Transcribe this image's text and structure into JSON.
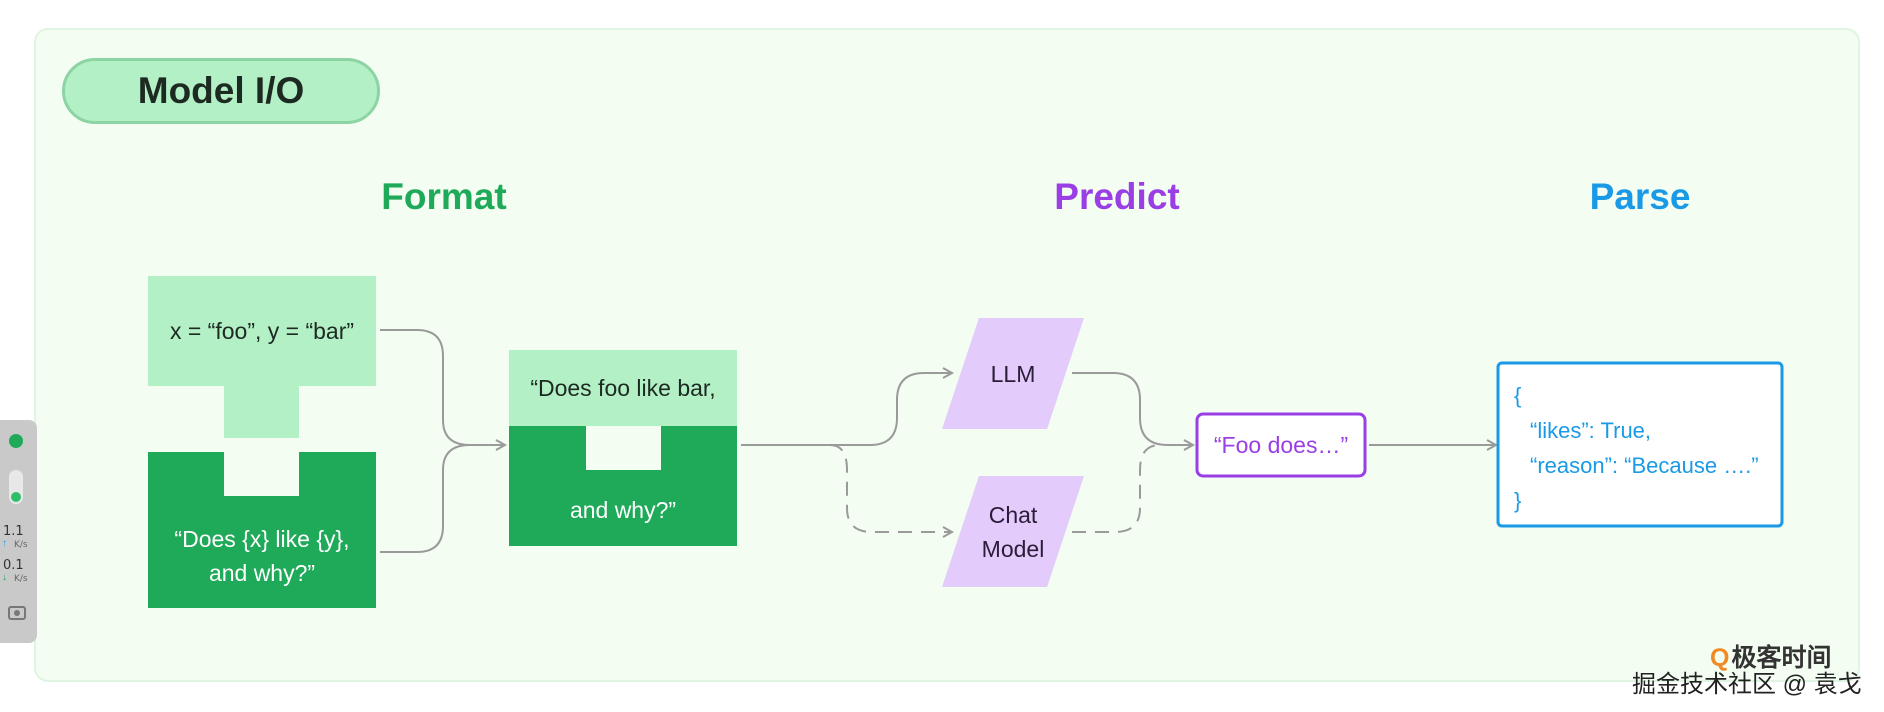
{
  "title": "Model I/O",
  "headings": {
    "format": "Format",
    "predict": "Predict",
    "parse": "Parse"
  },
  "format": {
    "vars": "x = “foo”, y = “bar”",
    "template_line1": "“Does {x} like {y},",
    "template_line2": "and why?”",
    "prompt_line1": "“Does foo like bar,",
    "prompt_line2": "and why?”"
  },
  "predict": {
    "llm": "LLM",
    "chat_line1": "Chat",
    "chat_line2": "Model"
  },
  "output": "“Foo does…”",
  "parse": {
    "open": "{",
    "line1": "“likes”: True,",
    "line2": "“reason”: “Because ….”",
    "close": "}"
  },
  "sidebar": {
    "up_value": "1.1",
    "up_unit": "K/s",
    "down_value": "0.1",
    "down_unit": "K/s"
  },
  "watermark": {
    "logo": "极客时间",
    "credit": "掘金技术社区 @ 袁戈"
  },
  "colors": {
    "format": "#1faa59",
    "predict": "#9a3ee6",
    "parse": "#1a9ae6",
    "light_green": "#b3f0c6",
    "dark_green": "#1faa59",
    "lavender": "#e3cbfb"
  }
}
